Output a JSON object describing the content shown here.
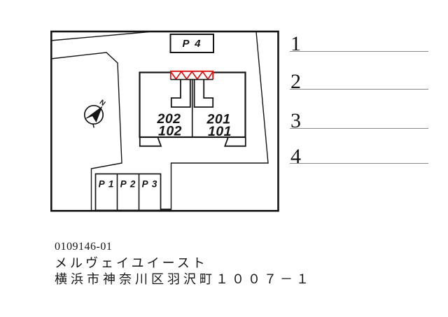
{
  "site_plan": {
    "parking_spaces": {
      "p4": "P 4",
      "p1": "P 1",
      "p2": "P 2",
      "p3": "P 3"
    },
    "units": {
      "second_floor_left": "202",
      "first_floor_left": "102",
      "second_floor_right": "201",
      "first_floor_right": "101"
    },
    "compass": {
      "label": "N"
    }
  },
  "notes_column": {
    "items": [
      {
        "number": "1"
      },
      {
        "number": "2"
      },
      {
        "number": "3"
      },
      {
        "number": "4"
      }
    ]
  },
  "footer": {
    "listing_id": "0109146-01",
    "building_name": "メルヴェイユイースト",
    "address": "横浜市神奈川区羽沢町１００７－１"
  },
  "colors": {
    "stair_red": "#dd0f0f",
    "ink": "#151515",
    "note_line_gray": "#8a8a8a"
  }
}
